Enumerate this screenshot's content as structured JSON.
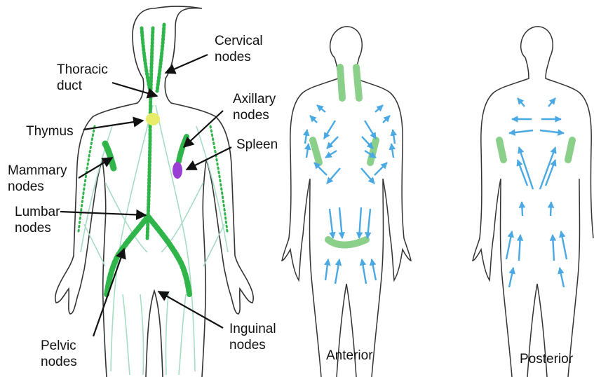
{
  "labels": {
    "cervical": "Cervical\nnodes",
    "thoracic": "Thoracic\nduct",
    "axillary": "Axillary\nnodes",
    "thymus": "Thymus",
    "spleen": "Spleen",
    "mammary": "Mammary\nnodes",
    "lumbar": "Lumbar\nnodes",
    "inguinal": "Inguinal\nnodes",
    "pelvic": "Pelvic\nnodes"
  },
  "captions": {
    "anterior": "Anterior",
    "posterior": "Posterior"
  },
  "colors": {
    "outline": "#333333",
    "node_green": "#2fb54a",
    "vessel_green": "#a7dcc4",
    "thymus_yellow": "#e7ec6a",
    "spleen_purple": "#9b3fd4",
    "arrow_black": "#111111",
    "flow_blue": "#4aa9e3"
  }
}
